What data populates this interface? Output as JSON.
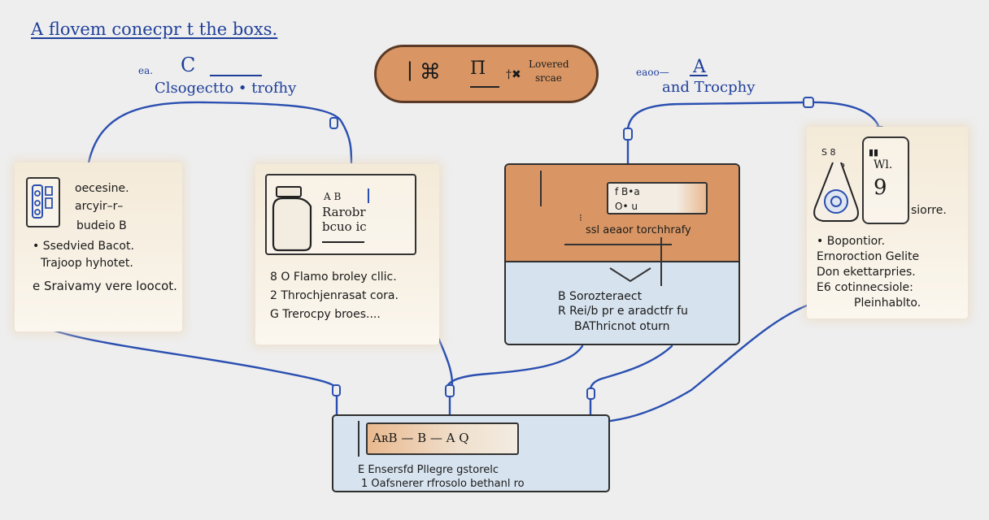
{
  "title": "A flovem conecpr t the boxs.",
  "header_left": {
    "top": "C",
    "prefix": "ea.",
    "caption": "Clsogectto • trofhy"
  },
  "header_pill": {
    "glyph_a": "∣ ⌘",
    "glyph_b": "Π̄",
    "mark": "†✖",
    "label_top": "Lovered",
    "label_bottom": "srcae"
  },
  "header_right": {
    "top": "A",
    "prefix": "eaoo—",
    "caption": "and Trocphy"
  },
  "box1": {
    "lines": [
      "oecesine.",
      "arcyir–r–",
      "budeio B",
      "• Ssedvied Bacot.",
      "Trajoop hyhotet.",
      "e Sraivamy vere loocot."
    ]
  },
  "box2": {
    "card": {
      "label_top": "A  B",
      "label_a": "Rarobr",
      "label_b": "bcuo ic"
    },
    "list": [
      "8  O Flamo broley cllic.",
      "2  Throchjenrasat cora.",
      "G  Trerocpy broes...."
    ]
  },
  "box3": {
    "card": {
      "line1": "f B•a",
      "line2": "O•  u"
    },
    "caption": "ssl aeaor torchhrafy",
    "list": [
      "B  Sorozteraect",
      "R  Rei/b pr e aradctfr fu",
      "BAThricnot oturn"
    ]
  },
  "box4": {
    "card_a": {
      "line1": "S  8",
      "line2": "P"
    },
    "card_b": {
      "line1": "Wl.",
      "line2": "9"
    },
    "side": "siorre.",
    "lines": [
      "• Bopontior.",
      "Ernoroction Gelite",
      "Don ekettarpries.",
      "E6  cotinnecsiole:",
      "Pleinhablto."
    ]
  },
  "box5": {
    "card_label": "AʀB  —  B  —  A  Q",
    "lines": [
      "E  Ensersfd  Pllegre gstorelc",
      "1  Oafsnerer rfrosolo bethanl  ro"
    ]
  },
  "colors": {
    "wire": "#2a4fb0",
    "accent": "#d99664",
    "pale_blue": "#d7e3ee",
    "paper": "#f4ead8"
  }
}
